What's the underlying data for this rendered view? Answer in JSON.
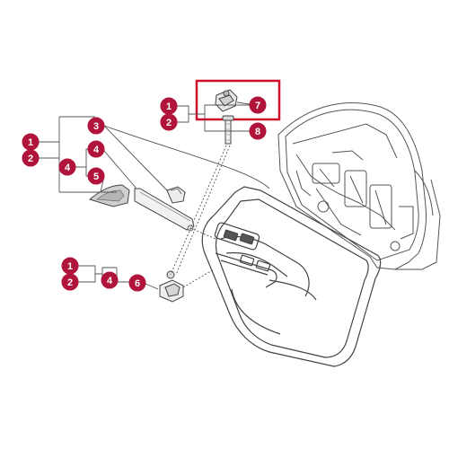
{
  "diagram": {
    "colors": {
      "callout_fill": "#b0143a",
      "callout_text": "#ffffff",
      "highlight_box": "#d0102b",
      "line": "#555555",
      "part_stroke": "#444444",
      "part_fill": "#e9e9e9"
    },
    "callouts": [
      {
        "id": "c1a",
        "label": "1"
      },
      {
        "id": "c2a",
        "label": "2"
      },
      {
        "id": "c7",
        "label": "7"
      },
      {
        "id": "c8",
        "label": "8"
      },
      {
        "id": "c1b",
        "label": "1"
      },
      {
        "id": "c2b",
        "label": "2"
      },
      {
        "id": "c3",
        "label": "3"
      },
      {
        "id": "c4a",
        "label": "4"
      },
      {
        "id": "c4b",
        "label": "4"
      },
      {
        "id": "c5",
        "label": "5"
      },
      {
        "id": "c1c",
        "label": "1"
      },
      {
        "id": "c2c",
        "label": "2"
      },
      {
        "id": "c4c",
        "label": "4"
      },
      {
        "id": "c6",
        "label": "6"
      }
    ],
    "highlighted_part": "7"
  }
}
